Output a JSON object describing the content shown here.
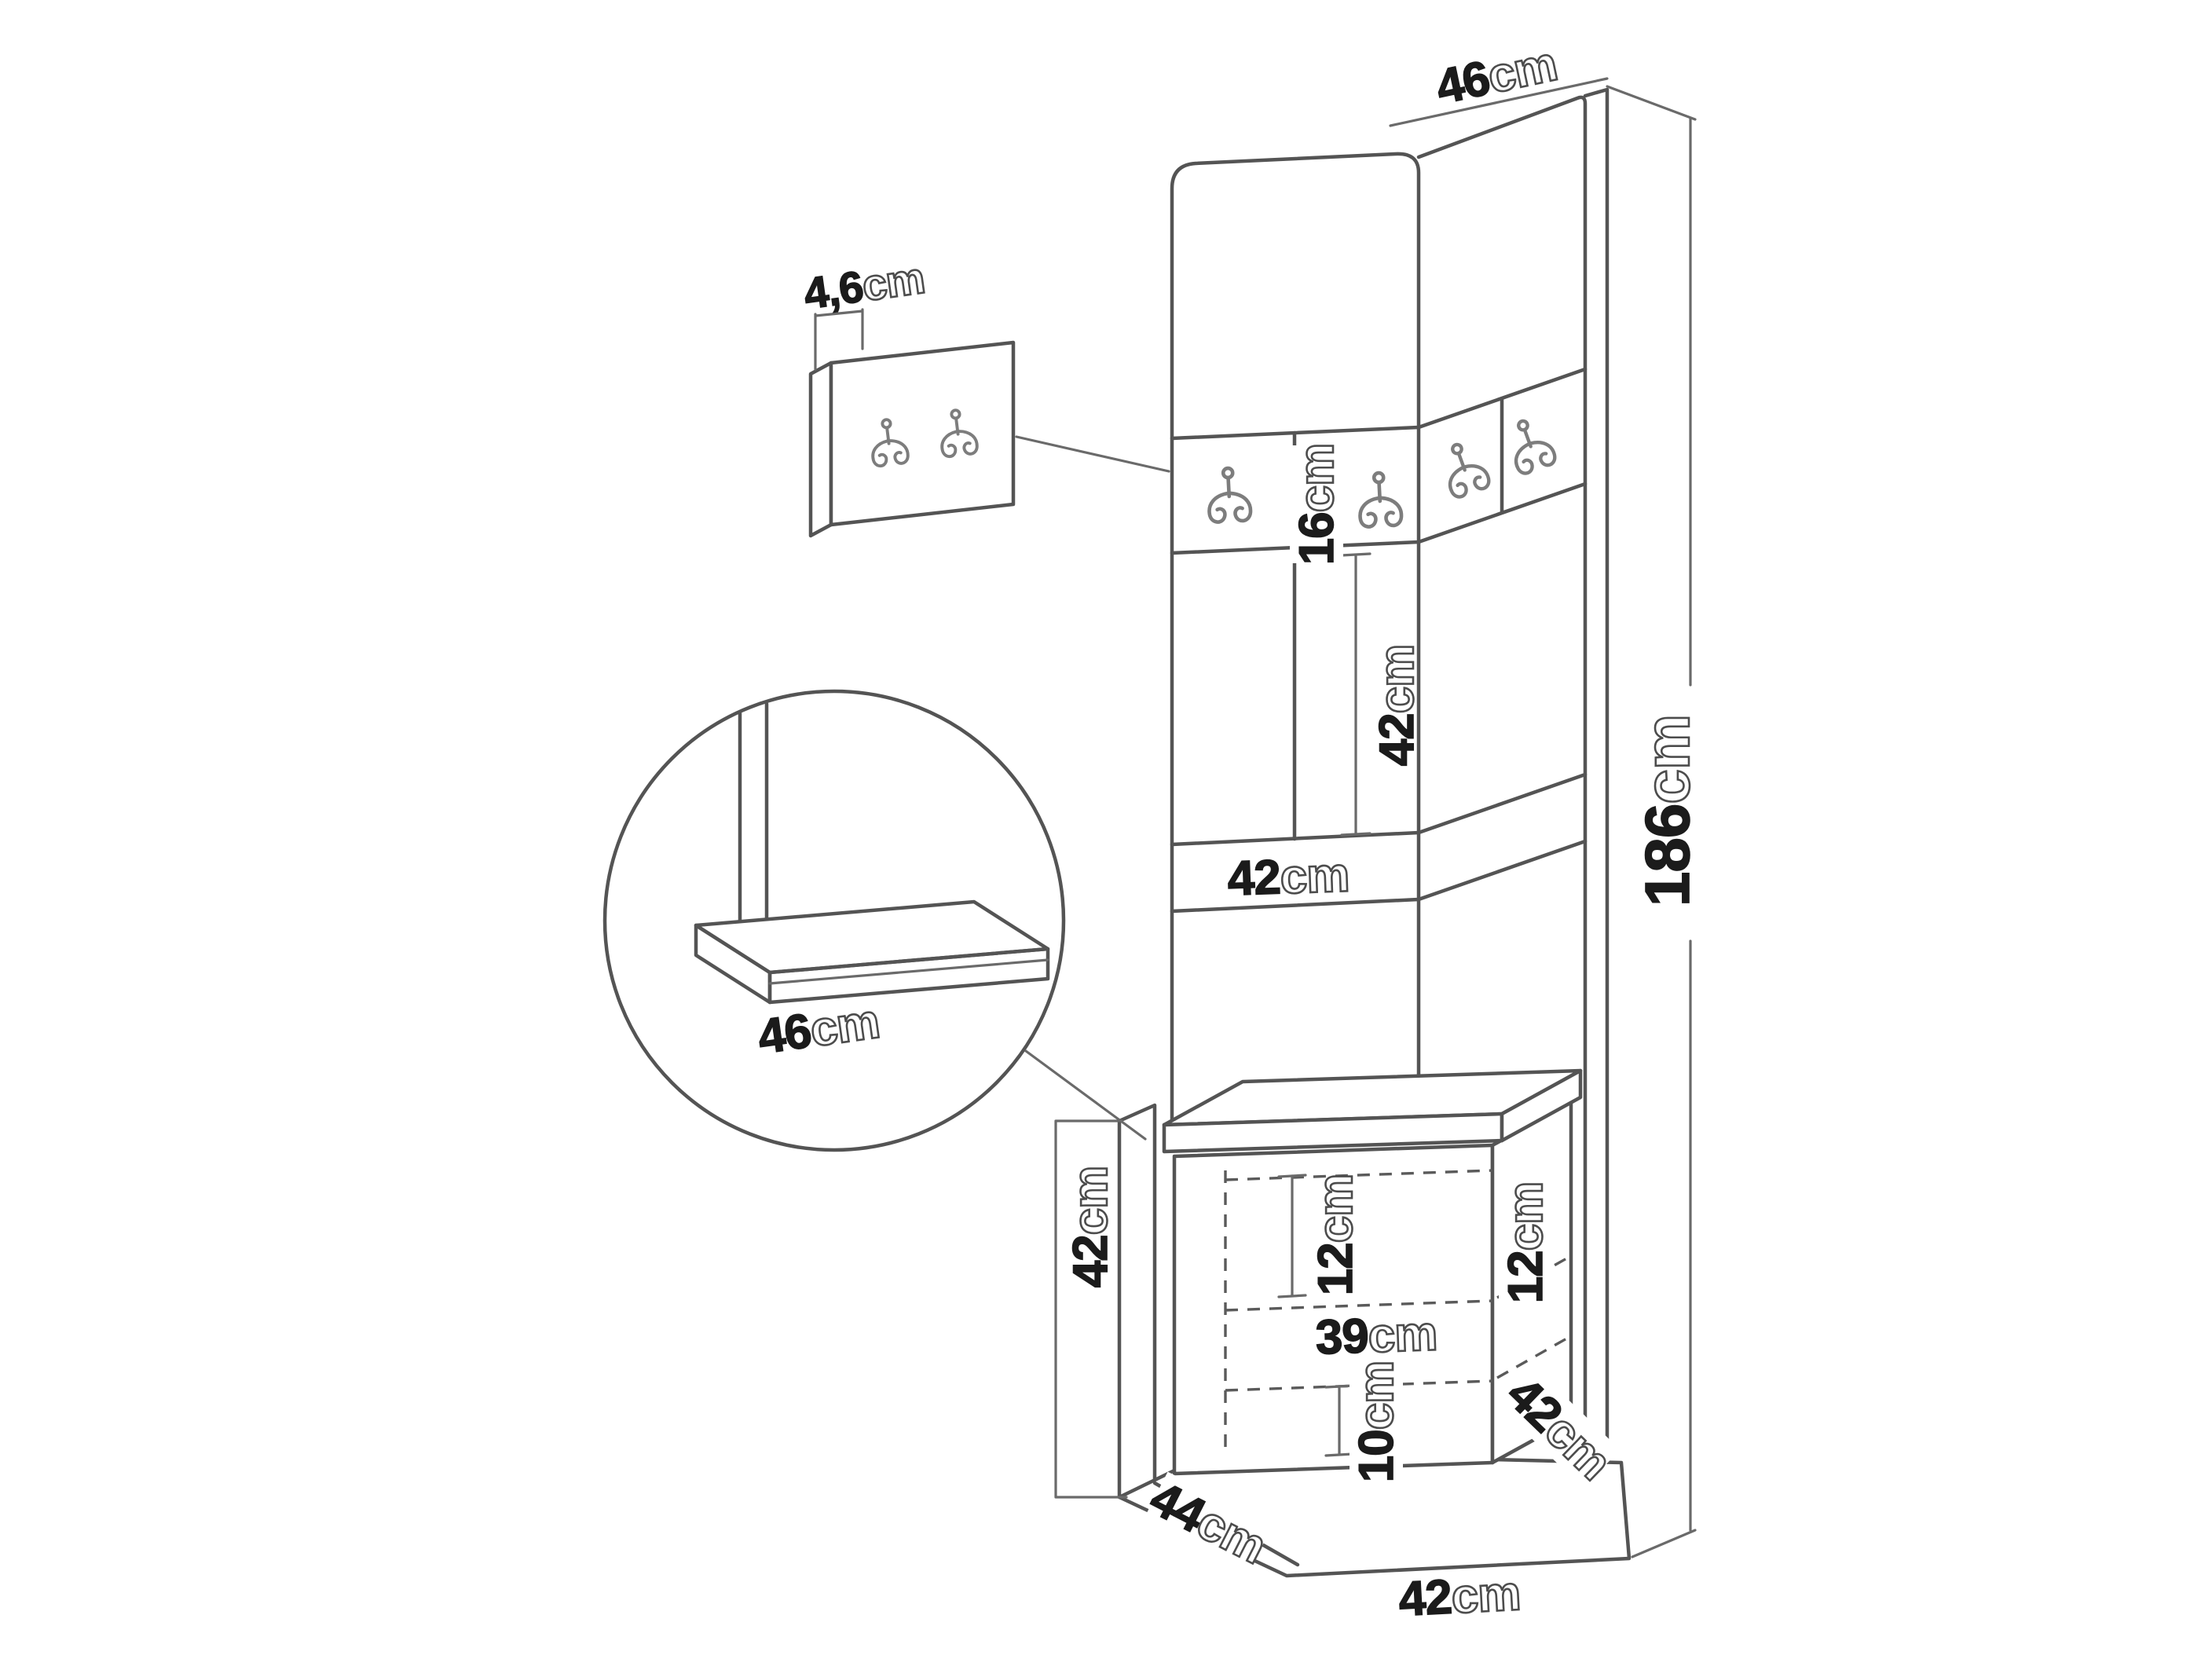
{
  "page": {
    "title": "Hallway furniture set dimension diagram",
    "background_color": "#ffffff",
    "line_color": "#545454",
    "text_color": "#1b1b1b"
  },
  "icons": {
    "coat_hook": "double-prong-coat-hook"
  },
  "dimensions": {
    "top_width": {
      "value": "46",
      "unit": "cm"
    },
    "hook_panel_thickness": {
      "value": "4,6",
      "unit": "cm"
    },
    "hook_strip_height": {
      "value": "16",
      "unit": "cm"
    },
    "upper_panel_height": {
      "value": "42",
      "unit": "cm"
    },
    "panel_width": {
      "value": "42",
      "unit": "cm"
    },
    "total_height": {
      "value": "186",
      "unit": "cm"
    },
    "seat_detail_depth": {
      "value": "46",
      "unit": "cm"
    },
    "bench_height": {
      "value": "42",
      "unit": "cm"
    },
    "drawer_front_height": {
      "value": "12",
      "unit": "cm"
    },
    "drawer_side_height": {
      "value": "12",
      "unit": "cm"
    },
    "drawer_inner_width": {
      "value": "39",
      "unit": "cm"
    },
    "bottom_drawer_height": {
      "value": "10",
      "unit": "cm"
    },
    "bench_side_depth": {
      "value": "42",
      "unit": "cm"
    },
    "bench_depth": {
      "value": "44",
      "unit": "cm"
    },
    "bench_width": {
      "value": "42",
      "unit": "cm"
    }
  }
}
